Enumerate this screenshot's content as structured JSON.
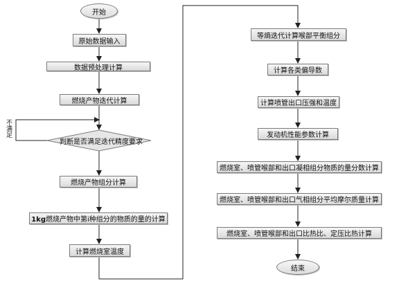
{
  "nodes": {
    "start": "开始",
    "input": "原始数据输入",
    "preprocess": "数据预处理计算",
    "combustion_iter": "燃烧产物迭代计算",
    "decision": "判断是否满足迭代精度要求",
    "not_satisfied": "不满足",
    "composition": "燃烧产物组分计算",
    "kg_prefix": "1kg",
    "kg_rest": "燃烧产物中第i种组分的物质的量的计算",
    "chamber_temp": "计算燃烧室温度",
    "isentropic": "等熵迭代计算喉部平衡组分",
    "partials": "计算各类偏导数",
    "nozzle_exit": "计算喷管出口压强和温度",
    "engine_perf": "发动机性能参数计算",
    "condensed": "燃烧室、喷管喉部和出口凝相组分物质的量分数计算",
    "molar_mass": "燃烧室、喷管喉部和出口气相组分平均摩尔质量计算",
    "specific_heat": "燃烧室、喷管喉部和出口比热比、定压比热计算",
    "end": "结束"
  }
}
